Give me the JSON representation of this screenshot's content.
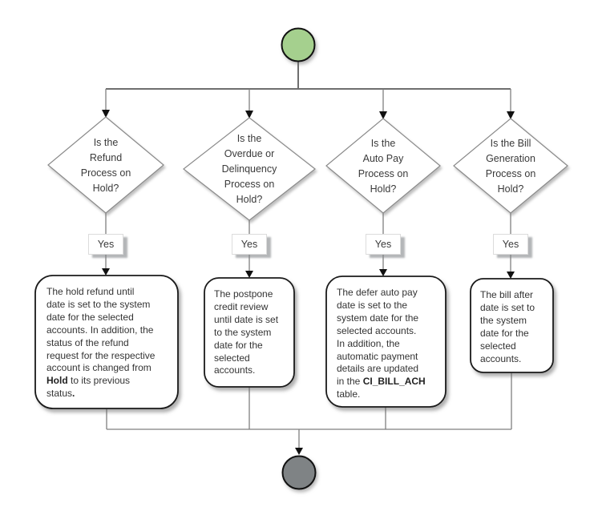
{
  "diagram": {
    "type": "flowchart",
    "colors": {
      "start_fill": "#a5d08e",
      "end_fill": "#7f8385",
      "connector": "#7f7f7f",
      "box_stroke": "#1a1a1a",
      "diamond_stroke": "#8a8a8a",
      "text": "#3a3a3a"
    },
    "start_node": {
      "kind": "start-circle"
    },
    "end_node": {
      "kind": "end-circle"
    },
    "branches": [
      {
        "decision": "Is the\nRefund\nProcess on\nHold?",
        "answer": "Yes",
        "action": {
          "text1": "The hold refund until\ndate is set to the system\ndate for the selected\naccounts. In addition, the\nstatus of the refund\nrequest for the respective\naccount is changed from\n",
          "bold1": "Hold",
          "text2": " to its previous\nstatus",
          "bold2": "."
        }
      },
      {
        "decision": "Is the\nOverdue or\nDelinquency\nProcess on\nHold?",
        "answer": "Yes",
        "action": {
          "text1": "The postpone\ncredit review\nuntil date is set\nto the system\ndate for the\nselected\naccounts.",
          "bold1": "",
          "text2": "",
          "bold2": ""
        }
      },
      {
        "decision": "Is the\nAuto Pay\nProcess on\nHold?",
        "answer": "Yes",
        "action": {
          "text1": "The defer auto pay\ndate is set to the\nsystem date for the\nselected accounts.\nIn addition, the\nautomatic payment\ndetails are updated\nin the ",
          "bold1": "CI_BILL_ACH",
          "text2": "\ntable.",
          "bold2": ""
        }
      },
      {
        "decision": "Is the Bill\nGeneration\nProcess on\nHold?",
        "answer": "Yes",
        "action": {
          "text1": "The bill after\ndate is set to\nthe system\ndate for the\nselected\naccounts.",
          "bold1": "",
          "text2": "",
          "bold2": ""
        }
      }
    ]
  }
}
